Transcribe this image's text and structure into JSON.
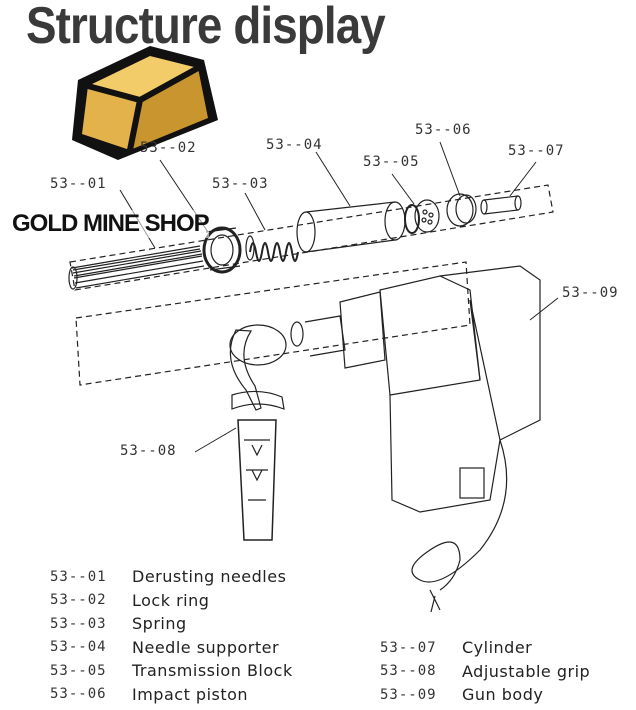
{
  "title": "Structure display",
  "shop_name": "GOLD MINE SHOP",
  "callouts": {
    "c01": "53--01",
    "c02": "53--02",
    "c03": "53--03",
    "c04": "53--04",
    "c05": "53--05",
    "c06": "53--06",
    "c07": "53--07",
    "c08": "53--08",
    "c09": "53--09"
  },
  "legend_left": [
    {
      "code": "53--01",
      "name": "Derusting needles"
    },
    {
      "code": "53--02",
      "name": "Lock ring"
    },
    {
      "code": "53--03",
      "name": "Spring"
    },
    {
      "code": "53--04",
      "name": "Needle supporter"
    },
    {
      "code": "53--05",
      "name": "Transmission Block"
    },
    {
      "code": "53--06",
      "name": "Impact piston"
    }
  ],
  "legend_right": [
    {
      "code": "53--07",
      "name": "Cylinder"
    },
    {
      "code": "53--08",
      "name": "Adjustable grip"
    },
    {
      "code": "53--09",
      "name": "Gun body"
    }
  ],
  "colors": {
    "title": "#3a3a3a",
    "logo_gold": "#e8b84a",
    "line": "#222222"
  },
  "icons": {
    "logo": "gold-bar-icon"
  }
}
